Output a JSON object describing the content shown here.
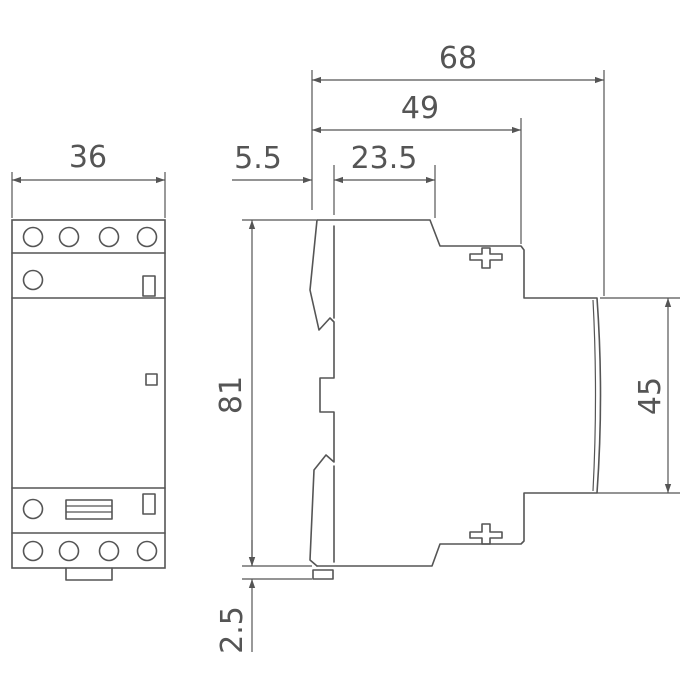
{
  "dimensions": {
    "width_front": "36",
    "overall_depth": "68",
    "depth_49": "49",
    "offset_5_5": "5.5",
    "depth_23_5": "23.5",
    "height_81": "81",
    "height_45": "45",
    "offset_2_5": "2.5"
  },
  "colors": {
    "line": "#555555",
    "background": "#ffffff"
  }
}
